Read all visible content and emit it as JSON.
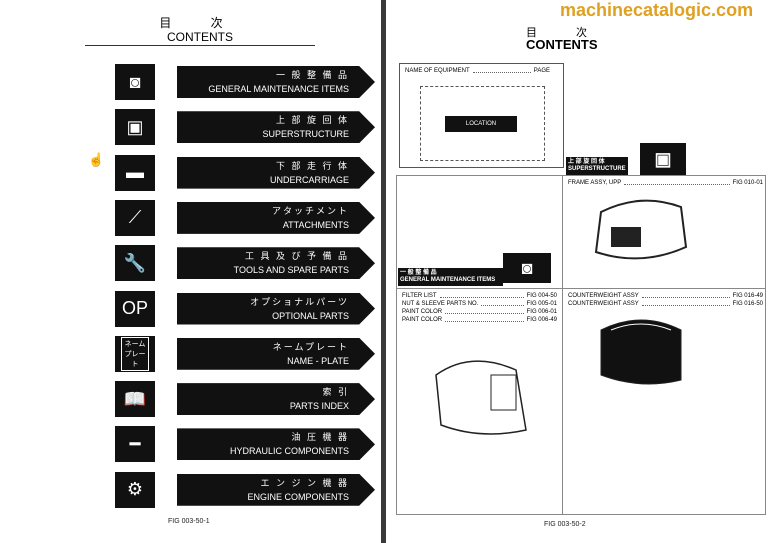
{
  "left": {
    "title_jp": "目 次",
    "title": "CONTENTS",
    "footer": "FIG 003-50-1",
    "items": [
      {
        "jp": "一 般 整 備 品",
        "en": "GENERAL MAINTENANCE ITEMS",
        "icon": "filter-icon"
      },
      {
        "jp": "上 部 旋 回 体",
        "en": "SUPERSTRUCTURE",
        "icon": "cab-icon"
      },
      {
        "jp": "下 部 走 行 体",
        "en": "UNDERCARRIAGE",
        "icon": "track-icon"
      },
      {
        "jp": "アタッチメント",
        "en": "ATTACHMENTS",
        "icon": "boom-icon"
      },
      {
        "jp": "工 具 及 び 予 備 品",
        "en": "TOOLS AND SPARE PARTS",
        "icon": "wrench-icon"
      },
      {
        "jp": "オプショナルパーツ",
        "en": "OPTIONAL PARTS",
        "icon": "op-icon",
        "icon_text": "OP"
      },
      {
        "jp": "ネームプレート",
        "en": "NAME - PLATE",
        "icon": "nameplate-icon",
        "icon_text": "ネーム プレート"
      },
      {
        "jp": "索 引",
        "en": "PARTS INDEX",
        "icon": "book-icon"
      },
      {
        "jp": "油 圧 機 器",
        "en": "HYDRAULIC COMPONENTS",
        "icon": "cylinder-icon"
      },
      {
        "jp": "エ ン ジ ン 機 器",
        "en": "ENGINE COMPONENTS",
        "icon": "engine-icon"
      }
    ]
  },
  "right": {
    "title_jp": "目 次",
    "title": "CONTENTS",
    "footer": "FIG 003-50-2",
    "legend": {
      "name": "NAME OF EQUIPMENT",
      "page": "PAGE",
      "location": "LOCATION"
    },
    "super": {
      "jp": "上 部 旋 回 体",
      "en": "SUPERSTRUCTURE",
      "items": [
        {
          "name": "FRAME ASSY, UPP",
          "fig": "FIG 010-01"
        }
      ]
    },
    "gmi": {
      "jp": "一 般 整 備 品",
      "en": "GENERAL MAINTENANCE ITEMS",
      "items": [
        {
          "name": "FILTER LIST",
          "fig": "FIG 004-50"
        },
        {
          "name": "NUT & SLEEVE PARTS NO.",
          "fig": "FIG 005-01"
        },
        {
          "name": "PAINT COLOR",
          "fig": "FIG 006-01"
        },
        {
          "name": "PAINT COLOR",
          "fig": "FIG 006-49"
        }
      ]
    },
    "cw": {
      "items": [
        {
          "name": "COUNTERWEIGHT ASSY",
          "fig": "FIG 016-49"
        },
        {
          "name": "COUNTERWEIGHT ASSY",
          "fig": "FIG 016-50"
        }
      ]
    }
  },
  "watermark": "machinecatalogic.com"
}
